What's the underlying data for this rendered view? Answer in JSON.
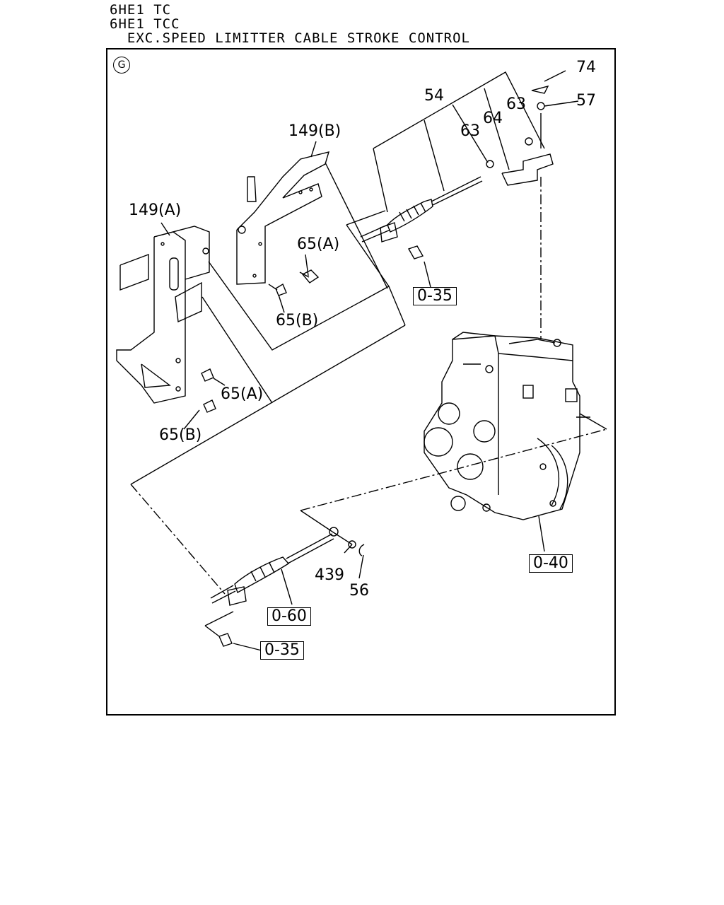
{
  "header": {
    "line1": "6HE1 TC",
    "line2": "6HE1 TCC",
    "line3": "  EXC.SPEED LIMITTER CABLE STROKE CONTROL"
  },
  "view_marker": "G",
  "callouts": {
    "c74": "74",
    "c57": "57",
    "c54": "54",
    "c63a": "63",
    "c64": "64",
    "c63b": "63",
    "c149b": "149(B)",
    "c149a": "149(A)",
    "c65a_top": "65(A)",
    "c65b_top": "65(B)",
    "c65a_bot": "65(A)",
    "c65b_bot": "65(B)",
    "c439": "439",
    "c56": "56"
  },
  "refs": {
    "r035_top": "0-35",
    "r040": "0-40",
    "r060": "0-60",
    "r035_bot": "0-35"
  }
}
